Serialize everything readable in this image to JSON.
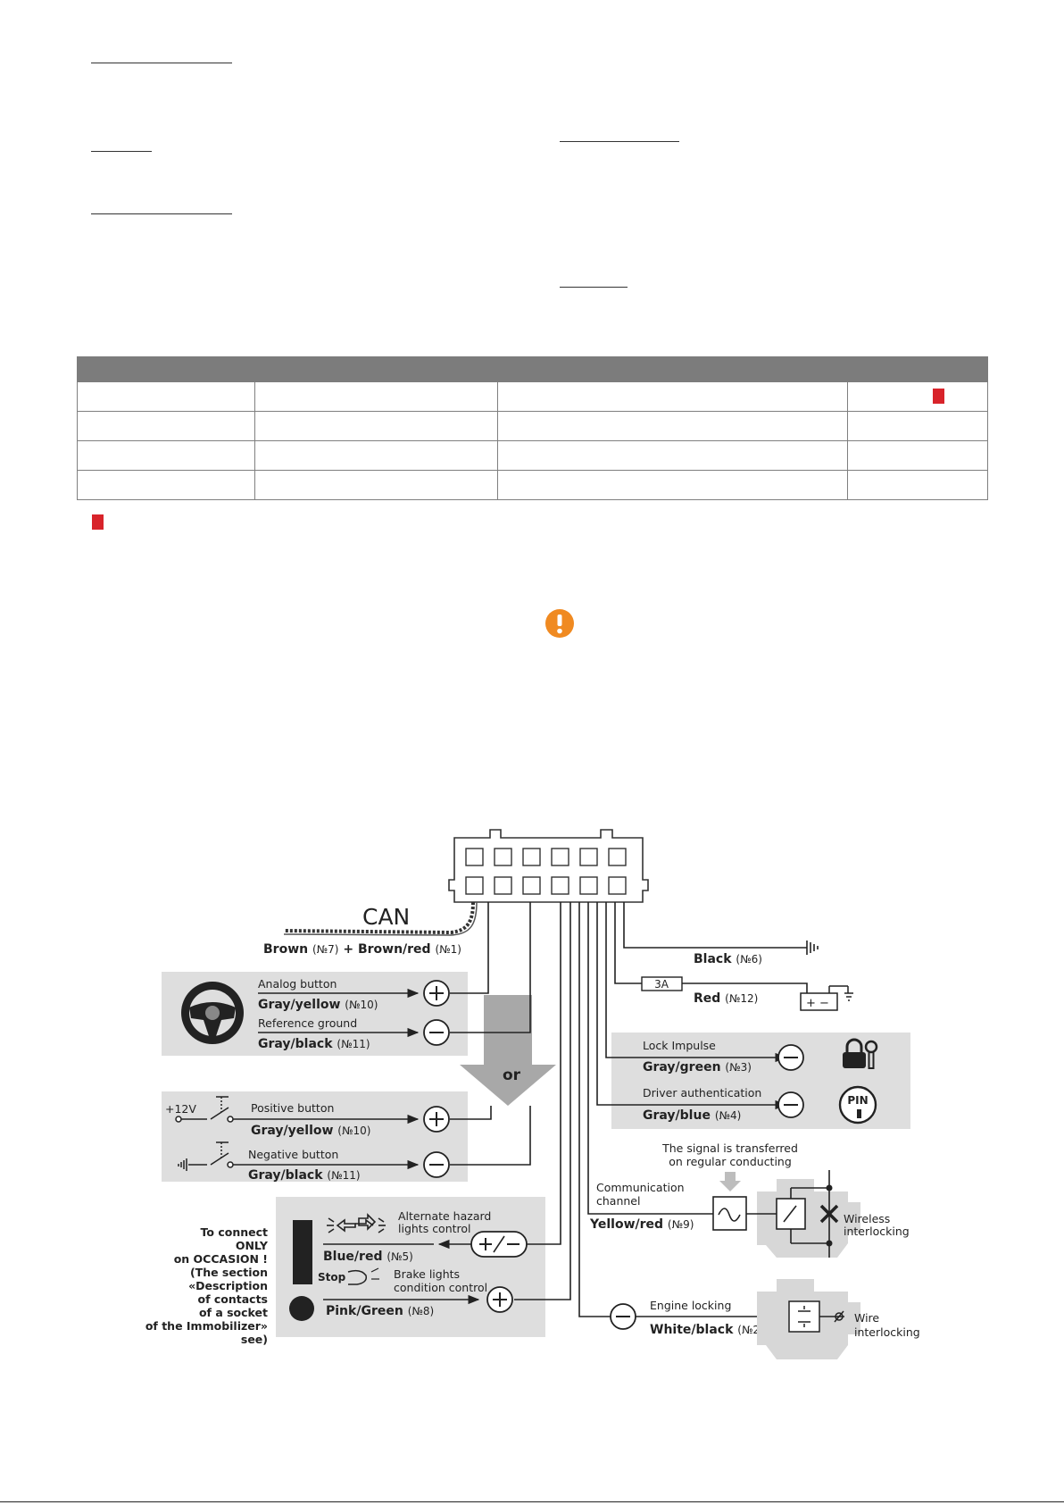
{
  "colors": {
    "table_header": "#7c7c7c",
    "red_marker": "#d8232a",
    "warning": "#f08a21",
    "panel": "#dedede",
    "line": "#222222"
  },
  "icons": [
    "steering-wheel-icon",
    "plus-icon",
    "minus-icon",
    "lock-key-icon",
    "pin-icon",
    "ground-icon",
    "battery-icon",
    "warning-icon",
    "engine-icon",
    "hazard-lights-icon",
    "stop-icon"
  ],
  "diagram": {
    "can": "CAN",
    "brown": {
      "name": "Brown",
      "num": "(№7)",
      "plus": "+",
      "name2": "Brown/red",
      "num2": "(№1)"
    },
    "black": {
      "name": "Black",
      "num": "(№6)"
    },
    "fuse": "3A",
    "red": {
      "name": "Red",
      "num": "(№12)"
    },
    "analog": {
      "caption": "Analog button",
      "name": "Gray/yellow",
      "num": "(№10)"
    },
    "refground": {
      "caption": "Reference ground",
      "name": "Gray/black",
      "num": "(№11)"
    },
    "or": "or",
    "lock": {
      "caption": "Lock Impulse",
      "name": "Gray/green",
      "num": "(№3)"
    },
    "driver": {
      "caption": "Driver authentication",
      "name": "Gray/blue",
      "num": "(№4)"
    },
    "pin": "PIN",
    "v12": "+12V",
    "positive": {
      "caption": "Positive button",
      "name": "Gray/yellow",
      "num": "(№10)"
    },
    "negative": {
      "caption": "Negative button",
      "name": "Gray/black",
      "num": "(№11)"
    },
    "signal": {
      "line1": "The signal is transferred",
      "line2": "on regular conducting"
    },
    "comm": {
      "line1": "Communication",
      "line2": "channel",
      "name": "Yellow/red",
      "num": "(№9)"
    },
    "wireless": {
      "line1": "Wireless",
      "line2": "interlocking"
    },
    "hazard": {
      "line1": "Alternate hazard",
      "line2": "lights control",
      "name": "Blue/red",
      "num": "(№5)"
    },
    "stop": "Stop",
    "brake": {
      "line1": "Brake lights",
      "line2": "condition control",
      "name": "Pink/Green",
      "num": "(№8)"
    },
    "connect_note": [
      "To connect",
      "ONLY",
      "on OCCASION !",
      "(The section",
      "«Description",
      "of contacts",
      "of a socket",
      "of the Immobilizer»",
      "see)"
    ],
    "engine": {
      "caption": "Engine locking",
      "name": "White/black",
      "num": "(№2)"
    },
    "wire": {
      "line1": "Wire",
      "line2": "interlocking"
    }
  }
}
